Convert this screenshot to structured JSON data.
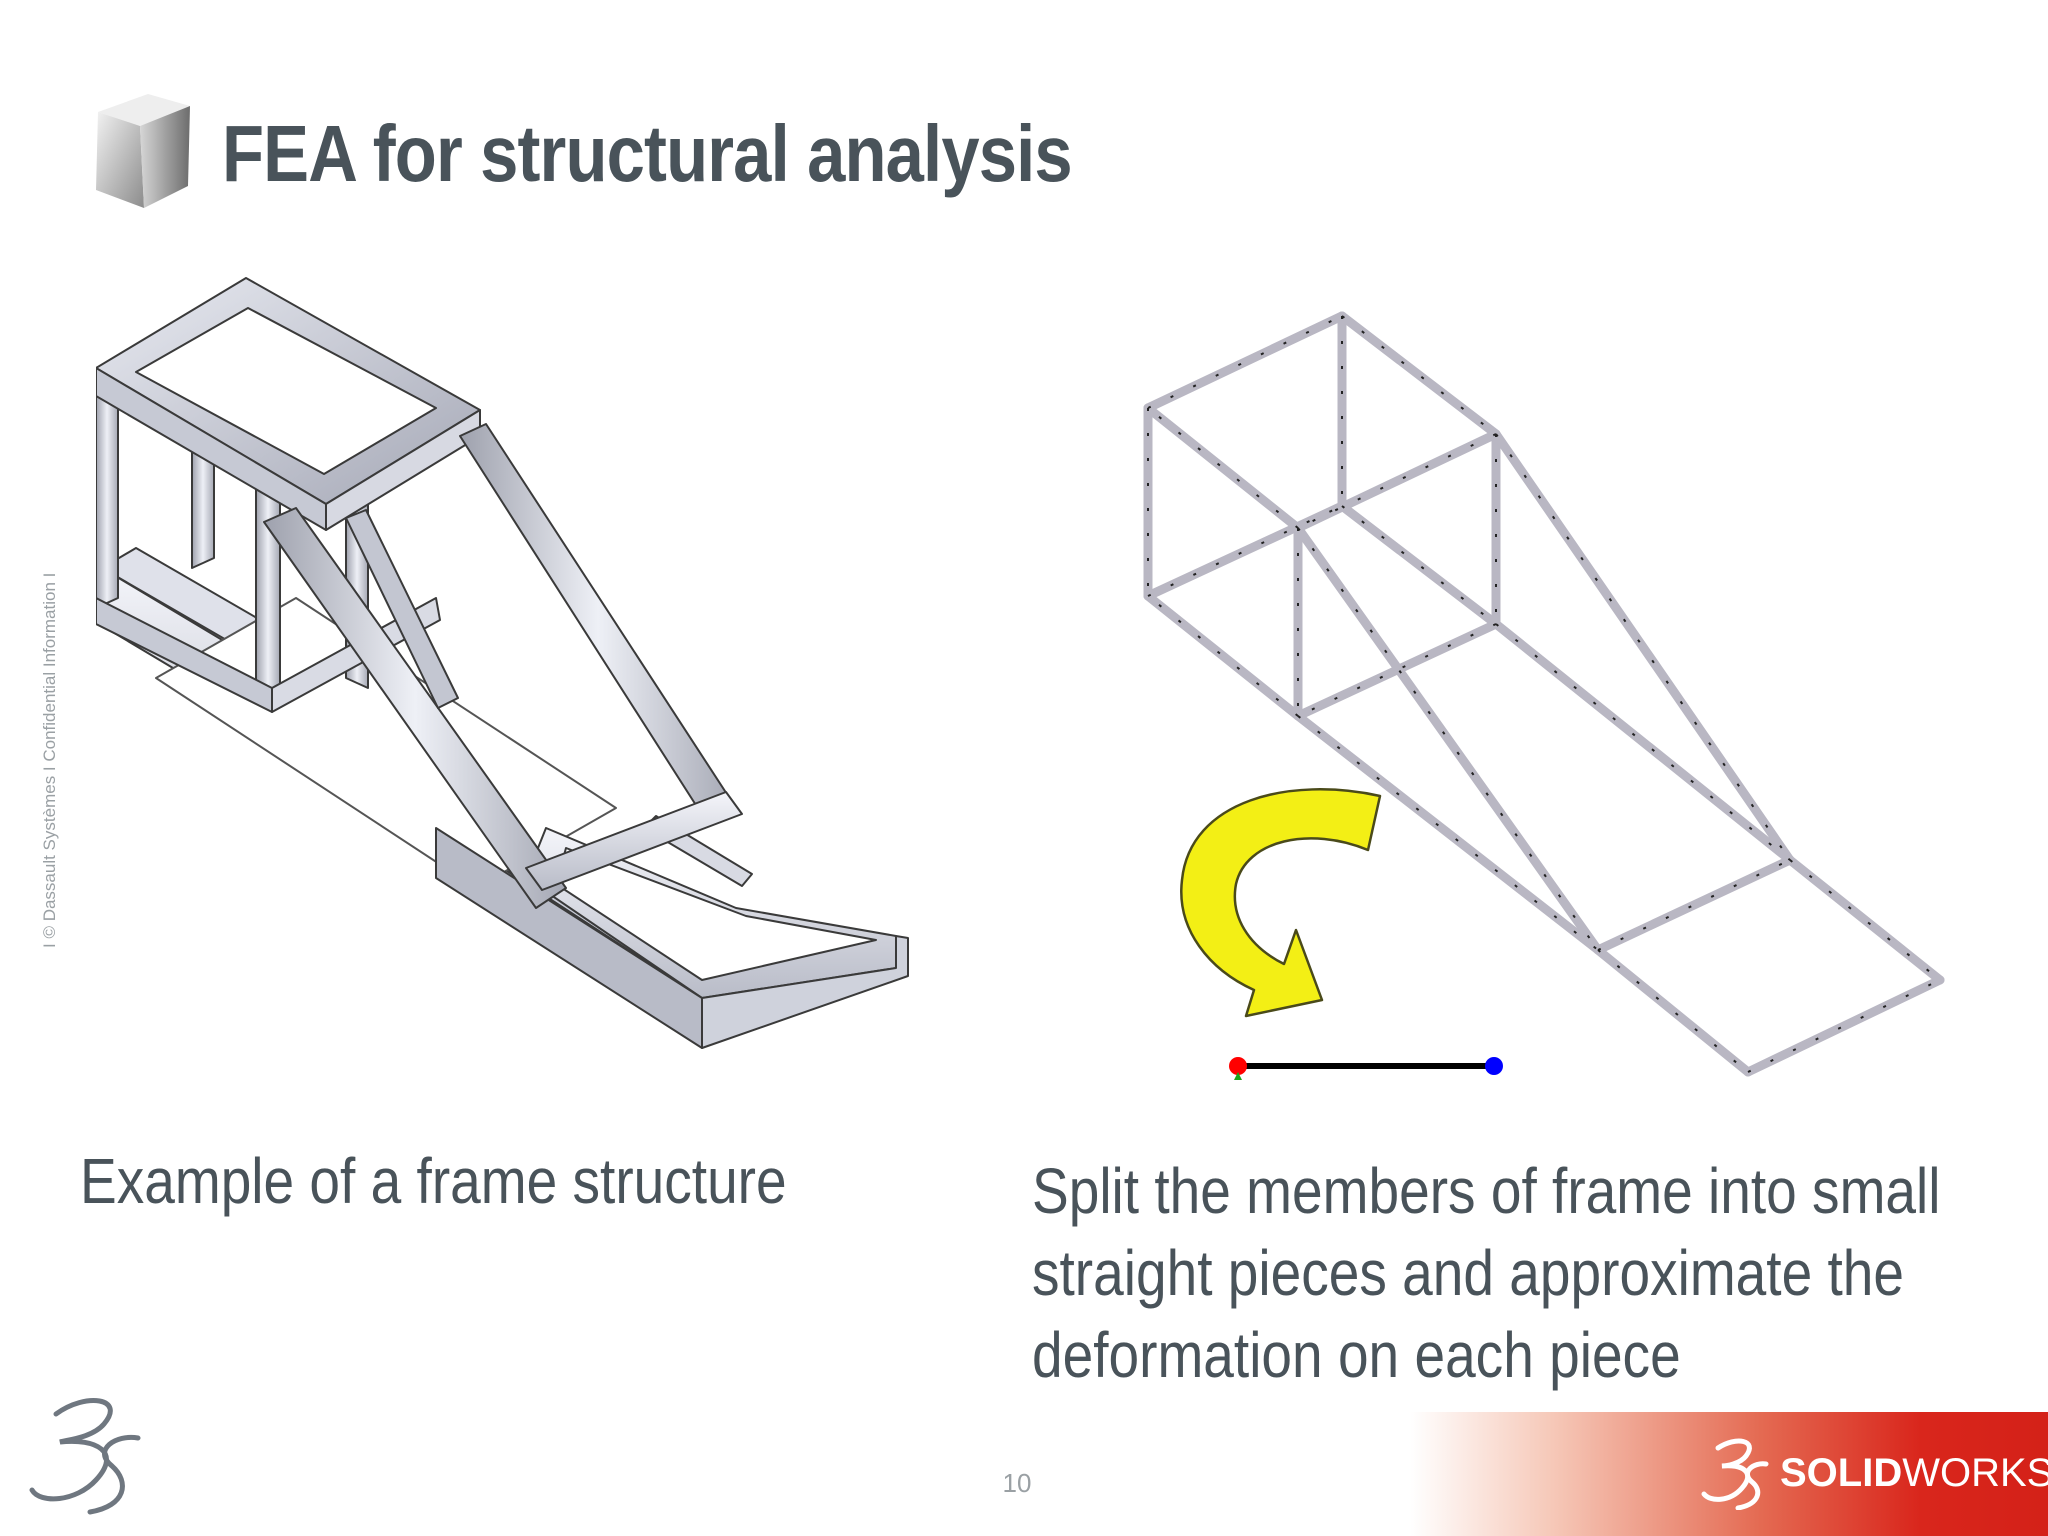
{
  "slide": {
    "title": "FEA for structural analysis",
    "side_note": "I © Dassault Systèmes I Confidential Information I",
    "caption_left": "Example of a frame structure",
    "caption_right": "Split the members of frame into small straight pieces and approximate the deformation on each piece",
    "page_number": "10"
  },
  "branding": {
    "logo_bold": "SOLID",
    "logo_light": "WORKS",
    "accent_color": "#d9261c",
    "title_color": "#49535a"
  },
  "icons": {
    "title_bullet": "cube-icon",
    "corporate_logo": "3ds-logo-icon",
    "brand_mark": "solidworks-3ds-icon",
    "arrow": "curved-arrow-icon"
  }
}
